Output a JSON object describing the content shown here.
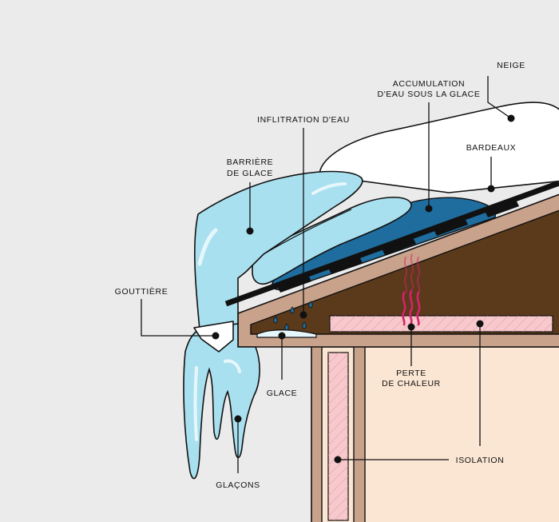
{
  "labels": {
    "neige": "NEIGE",
    "accumulation_line1": "ACCUMULATION",
    "accumulation_line2": "D'EAU SOUS LA GLACE",
    "infiltration": "INFLITRATION D'EAU",
    "bardeaux": "BARDEAUX",
    "barriere_line1": "BARRIÈRE",
    "barriere_line2": "DE GLACE",
    "gouttiere": "GOUTTIÈRE",
    "glace": "GLACE",
    "perte_line1": "PERTE",
    "perte_line2": "DE CHALEUR",
    "isolation": "ISOLATION",
    "glacons": "GLAÇONS"
  },
  "colors": {
    "background": "#ebebeb",
    "ice": "#a9e0ef",
    "ice_highlight": "#e6f7fc",
    "water": "#1f6d9e",
    "snow": "#ffffff",
    "roof_deck": "#5b3a1b",
    "wood_trim": "#c9a28b",
    "insulation": "#f7c9cc",
    "interior": "#fbe6d3",
    "heat": "#d6226b",
    "outline": "#111111"
  }
}
